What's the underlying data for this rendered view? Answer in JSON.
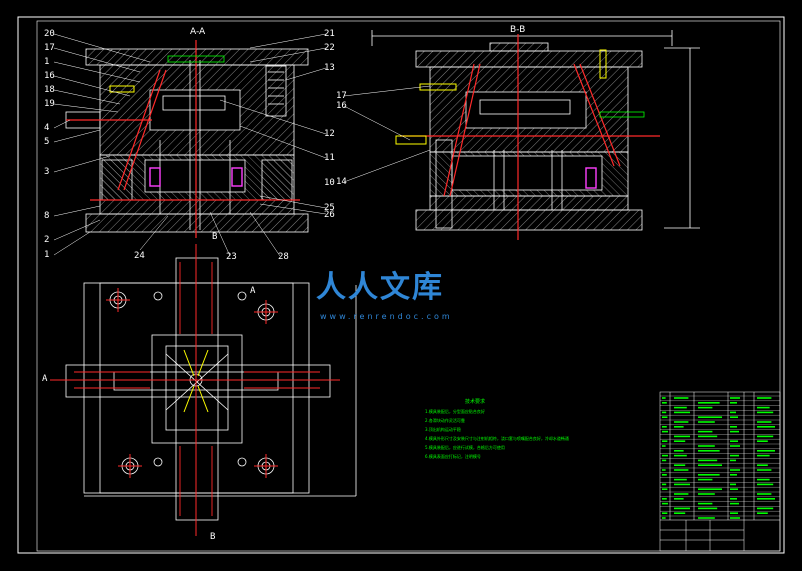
{
  "drawing": {
    "section_aa": "A-A",
    "section_bb": "B-B",
    "cut_marks": [
      "B",
      "B",
      "A",
      "A"
    ],
    "left_part_numbers": [
      "20",
      "17",
      "1",
      "16",
      "18",
      "19",
      "4",
      "5",
      "3",
      "8",
      "2",
      "1"
    ],
    "right_part_numbers_aa": [
      "21",
      "22",
      "13",
      "12",
      "11",
      "10",
      "25",
      "26"
    ],
    "bottom_part_numbers_aa": [
      "24",
      "23",
      "28"
    ],
    "bb_part_numbers": [
      "17",
      "16",
      "14"
    ]
  },
  "tech_notes": {
    "title": "技术要求",
    "lines": [
      "1.模具装配后，分型面应贴合良好",
      "2.各滑块动作灵活可靠",
      "3.顶出机构运动平稳",
      "4.模具外形尺寸及安装尺寸与注射机相符，浇口套与喷嘴配合良好，冷却水道畅通",
      "5.模具装配后，应进行试模，合格后方可使用",
      "6.模具表面应打标记，注明模号"
    ]
  },
  "watermark": {
    "brand": "人人文库",
    "url": "www.renrendoc.com"
  },
  "colors": {
    "background": "#000000",
    "line": "#ffffff",
    "red": "#ff2a2a",
    "green": "#00ff00",
    "yellow": "#ffff00",
    "magenta": "#ff40ff",
    "blue": "#2f86d6"
  }
}
